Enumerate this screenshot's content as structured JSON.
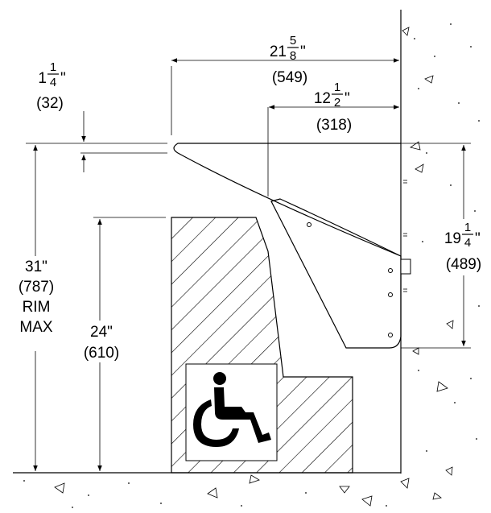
{
  "dimensions": {
    "overall_depth": {
      "whole": "21",
      "num": "5",
      "den": "8",
      "unit": "\"",
      "metric": "(549)"
    },
    "bracket_depth": {
      "whole": "12",
      "num": "1",
      "den": "2",
      "unit": "\"",
      "metric": "(318)"
    },
    "rim_offset": {
      "whole": "1",
      "num": "1",
      "den": "4",
      "unit": "\"",
      "metric": "(32)"
    },
    "rim_height": {
      "value": "31\"",
      "metric": "(787)",
      "label1": "RIM",
      "label2": "MAX"
    },
    "knee_height": {
      "value": "24\"",
      "metric": "(610)"
    },
    "bowl_height": {
      "whole": "19",
      "num": "1",
      "den": "4",
      "unit": "\"",
      "metric": "(489)"
    }
  },
  "icons": {
    "accessibility": "wheelchair-icon"
  }
}
